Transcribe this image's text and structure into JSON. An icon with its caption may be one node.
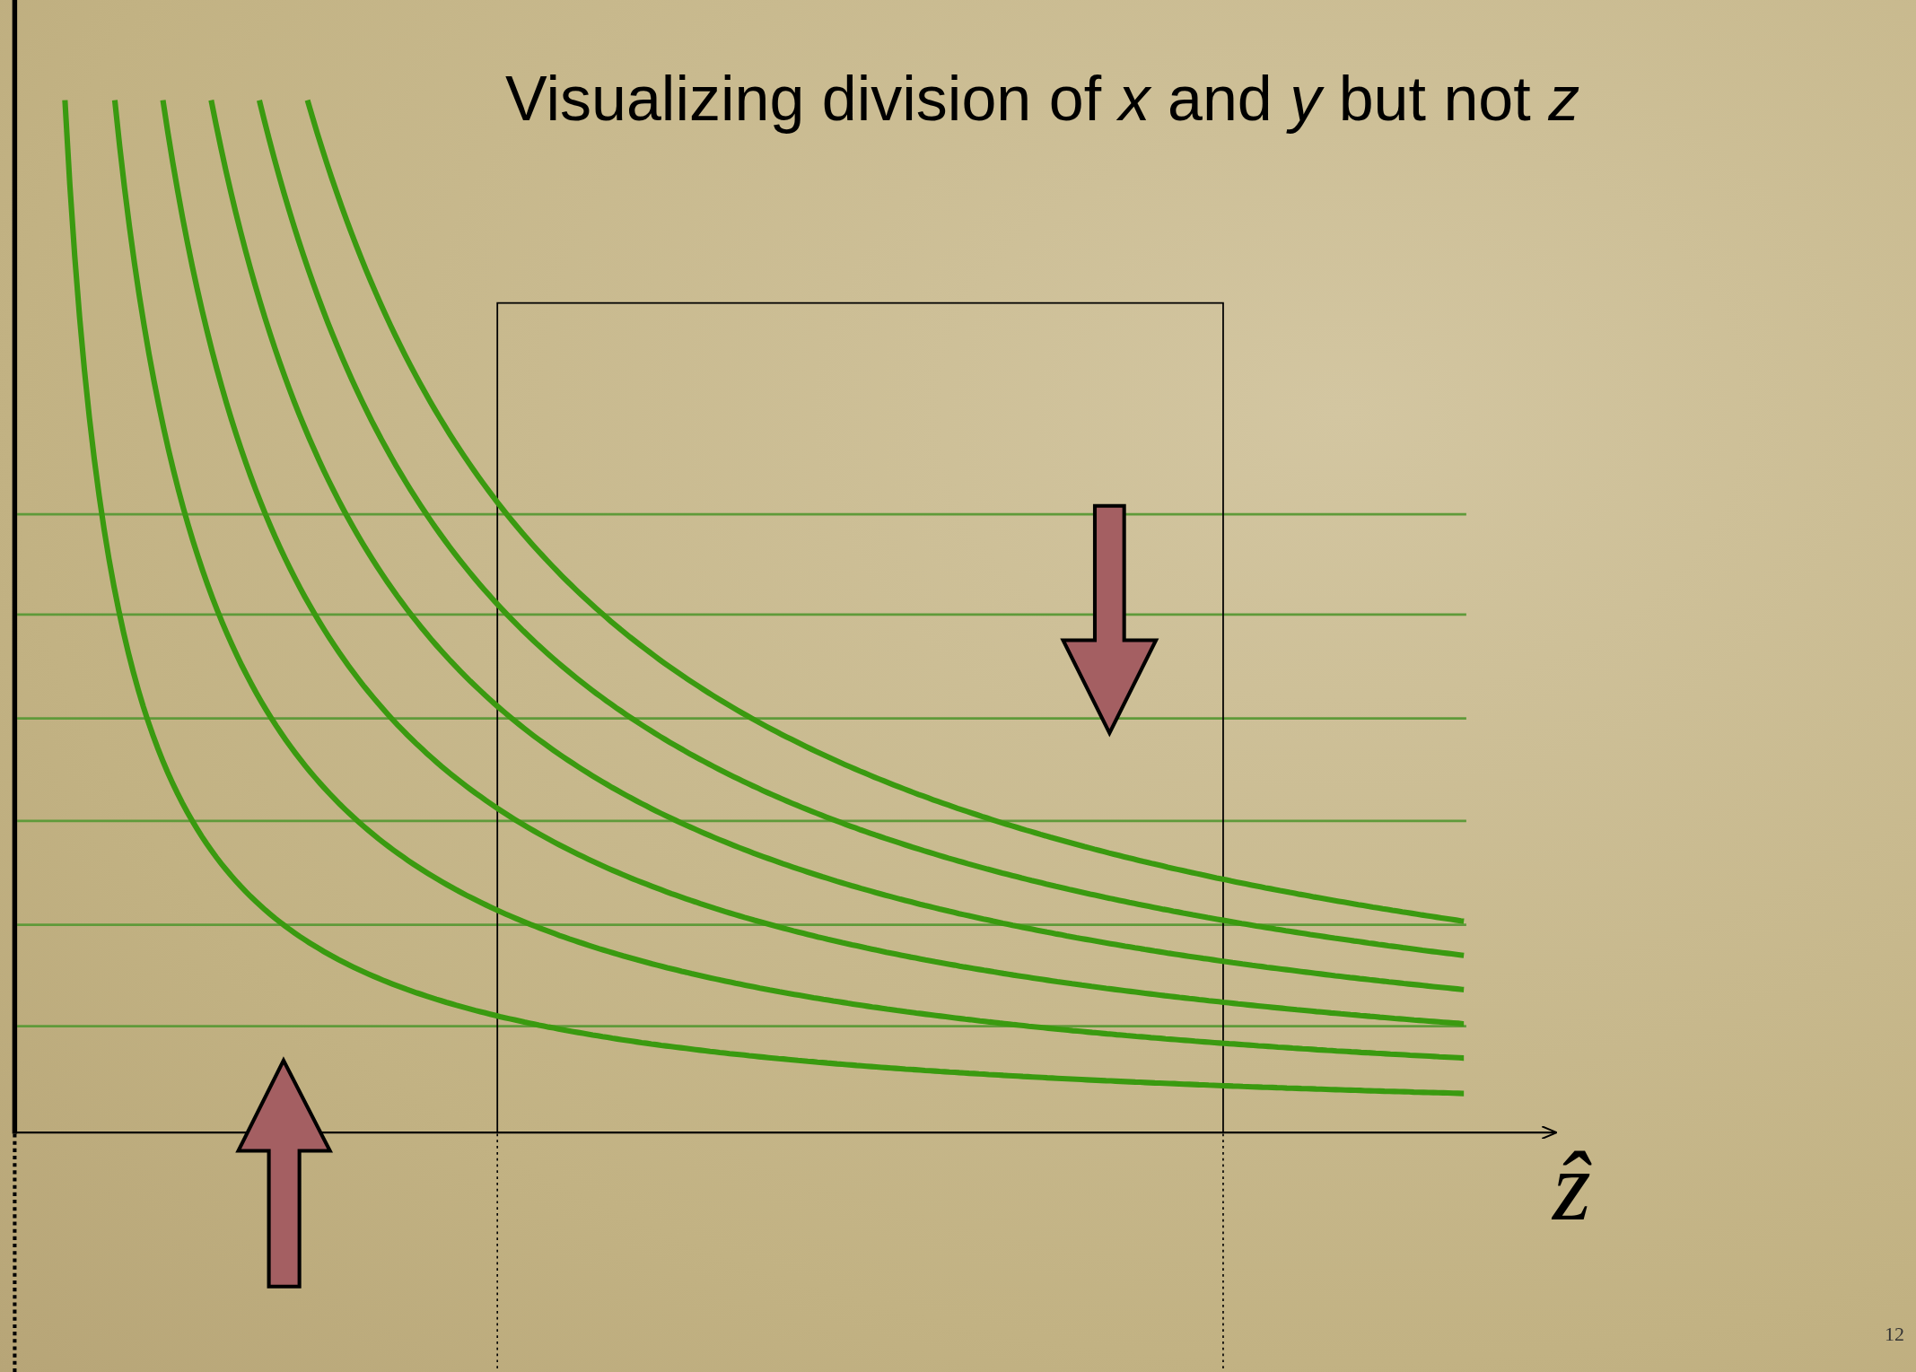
{
  "diagram": {
    "title": "Visualizing division of *x* and *y* but not *z*",
    "labels": [
      "ẑ",
      "12"
    ]
  }
}
